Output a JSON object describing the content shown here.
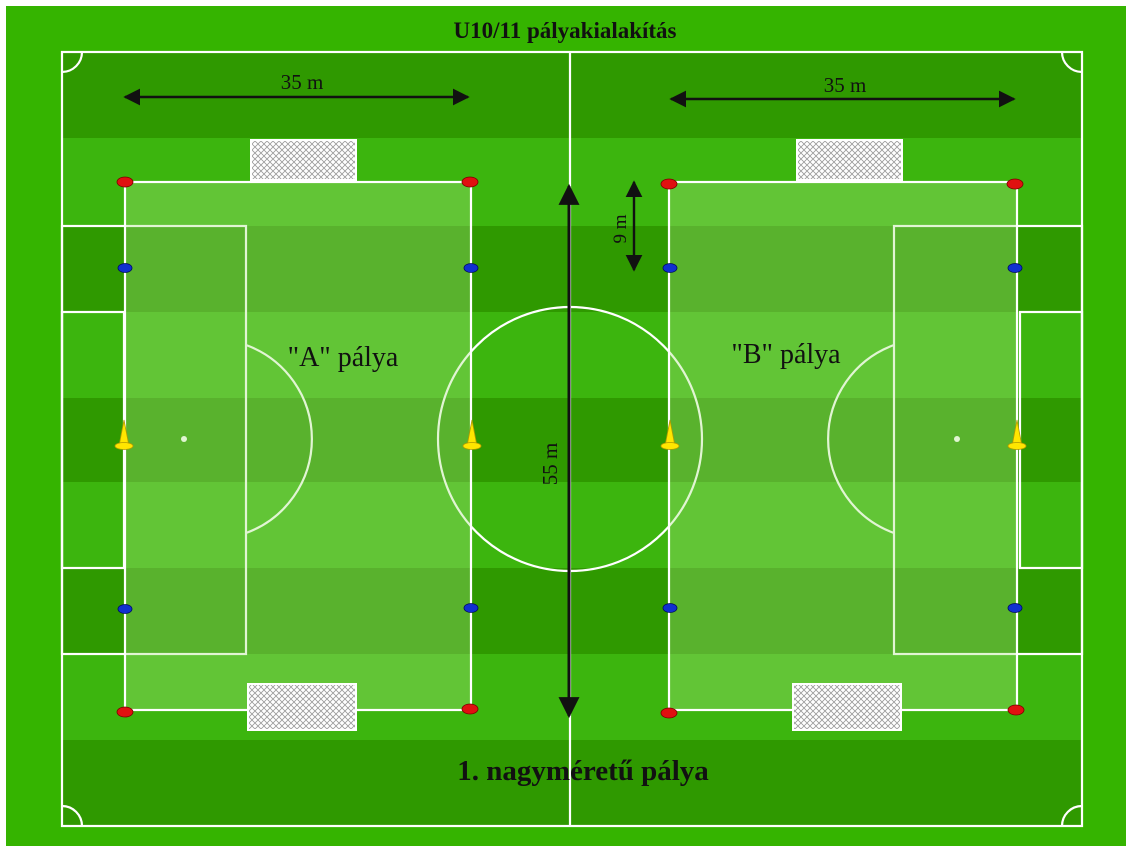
{
  "title": "U10/11 pályakialakítás",
  "bottom_label": "1. nagyméretű pálya",
  "pitch_a": {
    "label": "\"A\" pálya",
    "width": "35 m"
  },
  "pitch_b": {
    "label": "\"B\" pálya",
    "width": "35 m"
  },
  "length_label": "55 m",
  "box_label": "9 m",
  "colors": {
    "outer_grass": "#33b300",
    "stripe_dark": "#2f9a00",
    "stripe_light": "#3fb80f",
    "line": "#ffffff",
    "small_pitch_fill": "rgba(160,220,120,0.35)",
    "cone_red": "#e01010",
    "cone_blue": "#1030d0",
    "cone_yellow": "#ffe600",
    "arrow": "#111111"
  }
}
